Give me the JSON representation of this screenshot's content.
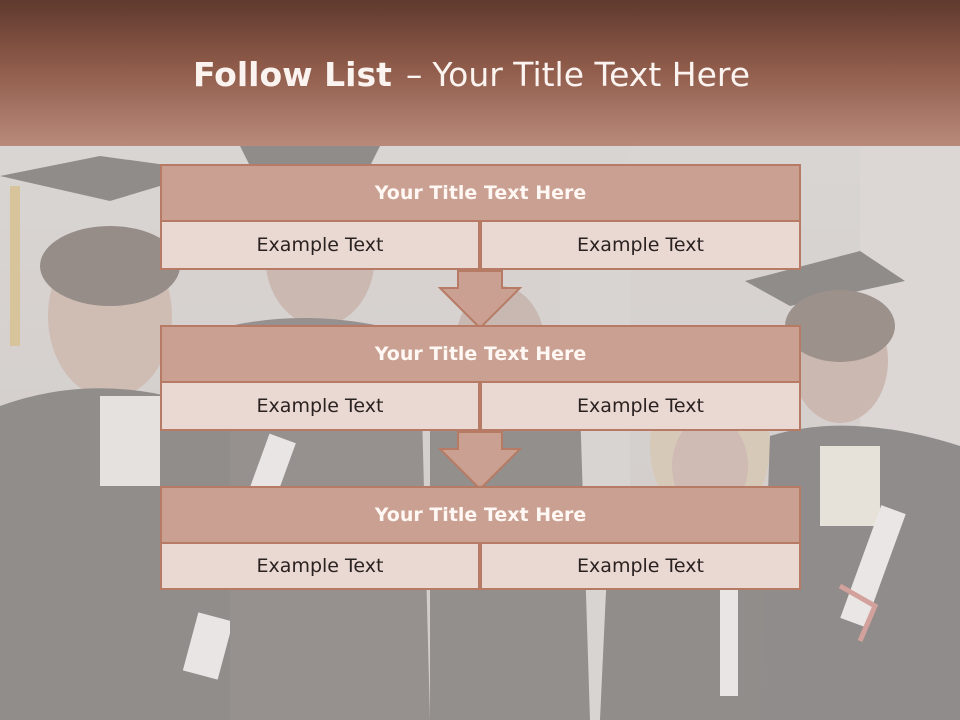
{
  "header": {
    "title_bold": "Follow List",
    "title_sep": "–",
    "title_rest": "Your Title Text Here"
  },
  "colors": {
    "header_dark": "#5f3a2e",
    "header_light": "#b98a7a",
    "box_title_fill": "#c9a091",
    "box_cell_fill": "#ead9d3",
    "border": "#b77b65"
  },
  "blocks": [
    {
      "title": "Your Title Text Here",
      "left": "Example Text",
      "right": "Example Text"
    },
    {
      "title": "Your Title Text Here",
      "left": "Example Text",
      "right": "Example Text"
    },
    {
      "title": "Your Title Text Here",
      "left": "Example Text",
      "right": "Example Text"
    }
  ],
  "background_image": "graduates-in-caps-and-gowns-holding-diplomas"
}
